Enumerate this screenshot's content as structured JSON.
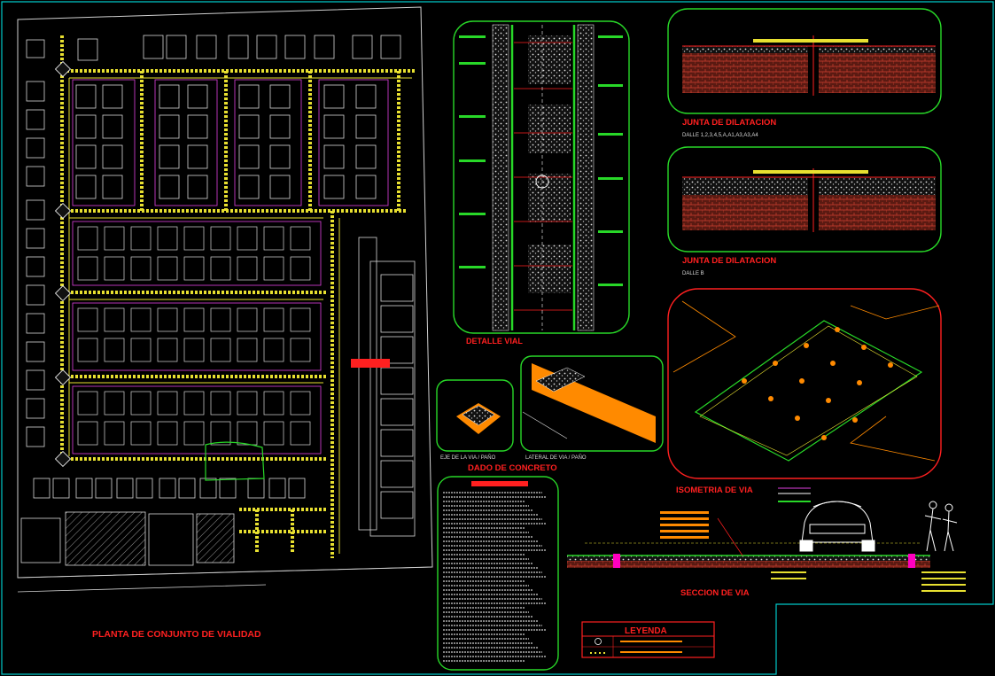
{
  "colors": {
    "background": "#000000",
    "frame": "#00c8c8",
    "title_red": "#ff2020",
    "panel_green": "#28d828",
    "road_yellow": "#e8e030",
    "lot_white": "#d8d8d8",
    "accent_orange": "#ff8a00",
    "accent_magenta": "#e040e0"
  },
  "titles": {
    "site_plan": "PLANTA DE CONJUNTO DE VIALIDAD",
    "road_detail": "DETALLE  VIAL",
    "expansion_joint_1": "JUNTA DE DILATACION",
    "slab_note_1": "DALLE 1,2,3,4,5,A,A1,A3,A3,A4",
    "expansion_joint_2": "JUNTA DE DILATACION",
    "slab_note_2": "DALLE B",
    "axis_label": "EJE DE LA VIA / PAÑO",
    "lateral_label": "LATERAL DE VIA / PAÑO",
    "concrete_dowel": "DADO DE CONCRETO",
    "isometric": "ISOMETRIA DE VIA",
    "road_section": "SECCION DE VIA",
    "legend": "LEYENDA"
  },
  "icons": {
    "car": "car-elevation-icon",
    "people": "pedestrians-icon",
    "north": "legend-symbol-icon"
  }
}
